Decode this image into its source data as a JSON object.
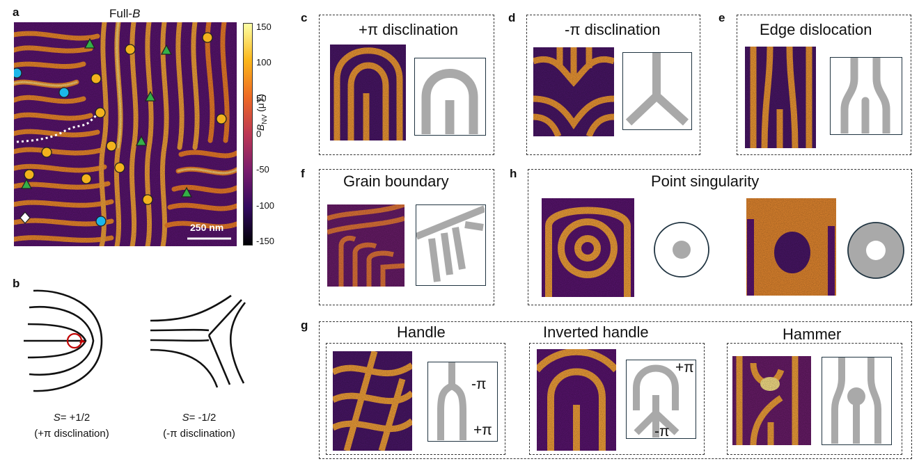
{
  "panels": {
    "a": "a",
    "b": "b",
    "c": "c",
    "d": "d",
    "e": "e",
    "f": "f",
    "g": "g",
    "h": "h"
  },
  "panel_a": {
    "title": "Full-",
    "title_italic": "B",
    "scalebar": "250 nm",
    "colorbar_label_main": "B",
    "colorbar_label_sub": "NV",
    "colorbar_label_unit": " (μT)",
    "colorbar_ticks": [
      "150",
      "100",
      "50",
      "0",
      "-50",
      "-100",
      "-150"
    ],
    "colormap": [
      "#000004",
      "#320a5e",
      "#781c6d",
      "#bc3754",
      "#ed6925",
      "#fbb61a",
      "#fcffa4"
    ],
    "marker_colors": {
      "circle": "#f2b21d",
      "triangle": "#34b048",
      "blue": "#1bb7ea",
      "diamond": "#ffffff"
    }
  },
  "panel_b": {
    "left_caption_italic": "S",
    "left_caption": "= +1/2",
    "left_caption_2": "(+π disclination)",
    "right_caption_italic": "S",
    "right_caption": "= -1/2",
    "right_caption_2": "(-π disclination)",
    "circle_color": "#c00000"
  },
  "panel_c": {
    "title": "+π disclination"
  },
  "panel_d": {
    "title": "-π disclination"
  },
  "panel_e": {
    "title": "Edge dislocation"
  },
  "panel_f": {
    "title": "Grain boundary"
  },
  "panel_h": {
    "title": "Point singularity"
  },
  "panel_g": {
    "handle": {
      "title": "Handle",
      "label_top": "-π",
      "label_bottom": "+π"
    },
    "inverted": {
      "title": "Inverted handle",
      "label_top": "+π",
      "label_bottom": "-π"
    },
    "hammer": {
      "title": "Hammer"
    }
  },
  "schematic_color": "#a9a9a9"
}
